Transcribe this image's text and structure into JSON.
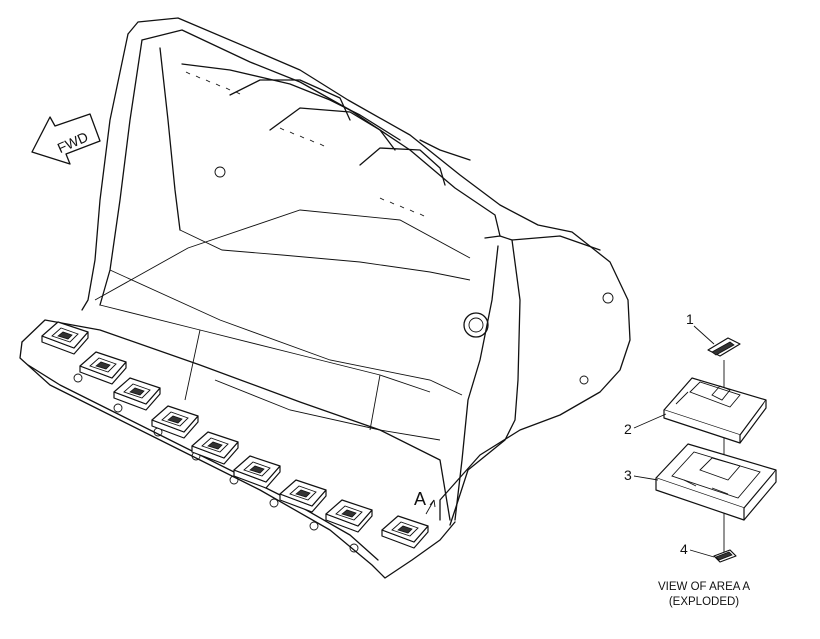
{
  "fwd_label": "FWD",
  "area_marker": "A",
  "callouts": [
    {
      "num": "1"
    },
    {
      "num": "2"
    },
    {
      "num": "3"
    },
    {
      "num": "4"
    }
  ],
  "view_caption": {
    "line1": "VIEW OF AREA A",
    "line2": "(EXPLODED)"
  }
}
